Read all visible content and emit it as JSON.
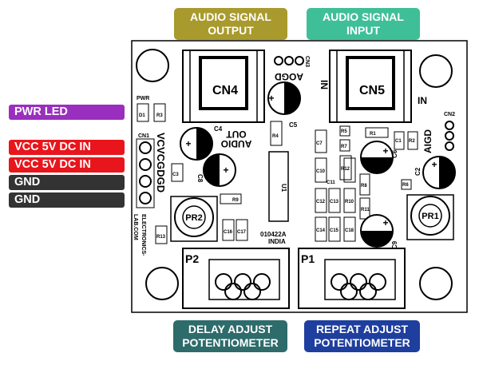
{
  "callouts": {
    "audio_out": {
      "text": "AUDIO SIGNAL\nOUTPUT",
      "line1": "AUDIO SIGNAL",
      "line2": "OUTPUT",
      "color": "#a89a2c"
    },
    "audio_in": {
      "text": "AUDIO SIGNAL\nINPUT",
      "line1": "AUDIO SIGNAL",
      "line2": "INPUT",
      "color": "#3fbf98"
    },
    "delay": {
      "line1": "DELAY ADJUST",
      "line2": "POTENTIOMETER",
      "color": "#2e6b6b"
    },
    "repeat": {
      "line1": "REPEAT ADJUST",
      "line2": "POTENTIOMETER",
      "color": "#1f3f9e"
    }
  },
  "side_labels": [
    {
      "text": "PWR LED",
      "color": "#9a2fbf"
    },
    {
      "text": "VCC 5V DC IN",
      "color": "#e8161c"
    },
    {
      "text": "VCC 5V DC IN",
      "color": "#e8161c"
    },
    {
      "text": "GND",
      "color": "#333333"
    },
    {
      "text": "GND",
      "color": "#333333"
    }
  ],
  "pcb": {
    "cn4": "CN4",
    "cn5": "CN5",
    "cn3": "CN3",
    "cn2": "CN2",
    "cn1": "CN1",
    "aogd": "AOGD",
    "aigd": "AIGD",
    "audio_out": "AUDIO",
    "out": "OUT",
    "in_left": "IN",
    "in_right": "IN",
    "vcvcgdgd": "VCVCGDGD",
    "pwr": "PWR",
    "d1": "D1",
    "r3": "R3",
    "c4": "C4",
    "c5": "C5",
    "c6": "C6",
    "c2": "C2",
    "c8": "C8",
    "c9": "C9",
    "c3": "C3",
    "c7": "C7",
    "c1": "C1",
    "r4": "R4",
    "r5": "R5",
    "r1": "R1",
    "r2": "R2",
    "r7": "R7",
    "r9": "R9",
    "r6": "R6",
    "r12": "R12",
    "r8": "R8",
    "r10": "R10",
    "r11": "R11",
    "r13": "R13",
    "c10": "C10",
    "c11": "C11",
    "c12": "C12",
    "c13": "C13",
    "c14": "C14",
    "c15": "C15",
    "c16": "C16",
    "c17": "C17",
    "c18": "C18",
    "u1": "U1",
    "pr1": "PR1",
    "pr2": "PR2",
    "p1": "P1",
    "p2": "P2",
    "code": "010422A",
    "india": "INDIA",
    "maker1": "ELECTRONICS-",
    "maker2": "LAB.COM"
  }
}
